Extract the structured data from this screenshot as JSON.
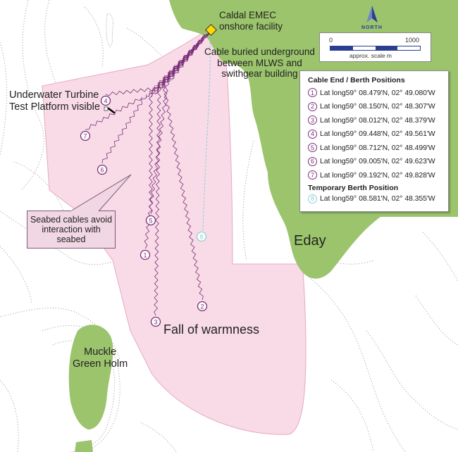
{
  "labels": {
    "facility": [
      "Caldal EMEC",
      "onshore facility"
    ],
    "cable_note": [
      "Cable buried underground",
      "between MLWS and",
      "swithgear building"
    ],
    "platform": [
      "Underwater Turbine",
      "Test Platform visible"
    ],
    "callout": [
      "Seabed cables avoid",
      "interaction with seabed"
    ],
    "eday": "Eday",
    "fall": "Fall of warmness",
    "muckle": [
      "Muckle",
      "Green Holm"
    ]
  },
  "compass": {
    "label": "NORTH",
    "icon": "north-arrow-icon"
  },
  "scale": {
    "start": "0",
    "end": "1000",
    "caption": "approx. scale m"
  },
  "legend": {
    "title": "Cable End / Berth Positions",
    "positions": [
      {
        "n": "1",
        "prefix": "Lat long59",
        "lat": "08.479'N,",
        "lon": "02",
        "lonmin": "49.080'W"
      },
      {
        "n": "2",
        "prefix": "Lat long59",
        "lat": "08.150'N,",
        "lon": "02",
        "lonmin": "48.307'W"
      },
      {
        "n": "3",
        "prefix": "Lat long59",
        "lat": "08.012'N,",
        "lon": "02",
        "lonmin": "48.379'W"
      },
      {
        "n": "4",
        "prefix": "Lat long59",
        "lat": "09.448'N,",
        "lon": "02",
        "lonmin": "49.561'W"
      },
      {
        "n": "5",
        "prefix": "Lat long59",
        "lat": "08.712'N,",
        "lon": "02",
        "lonmin": "48.499'W"
      },
      {
        "n": "6",
        "prefix": "Lat long59",
        "lat": "09.005'N,",
        "lon": "02",
        "lonmin": "49.623'W"
      },
      {
        "n": "7",
        "prefix": "Lat long59",
        "lat": "09.192'N,",
        "lon": "02",
        "lonmin": "49.828'W"
      }
    ],
    "temp_title": "Temporary Berth Position",
    "temp": {
      "n": "8",
      "prefix": "Lat long59",
      "lat": "08.581'N,",
      "lon": "02",
      "lonmin": "48.355'W"
    }
  },
  "berth_markers": [
    "1",
    "2",
    "3",
    "4",
    "5",
    "6",
    "7",
    "8"
  ],
  "colors": {
    "land": "#9bc46d",
    "zone": "#f8dbe7",
    "zone_edge": "#e7a8c3",
    "cable": "#7a2f78",
    "temp": "#8bcfd3",
    "marker": "#ffd800"
  }
}
